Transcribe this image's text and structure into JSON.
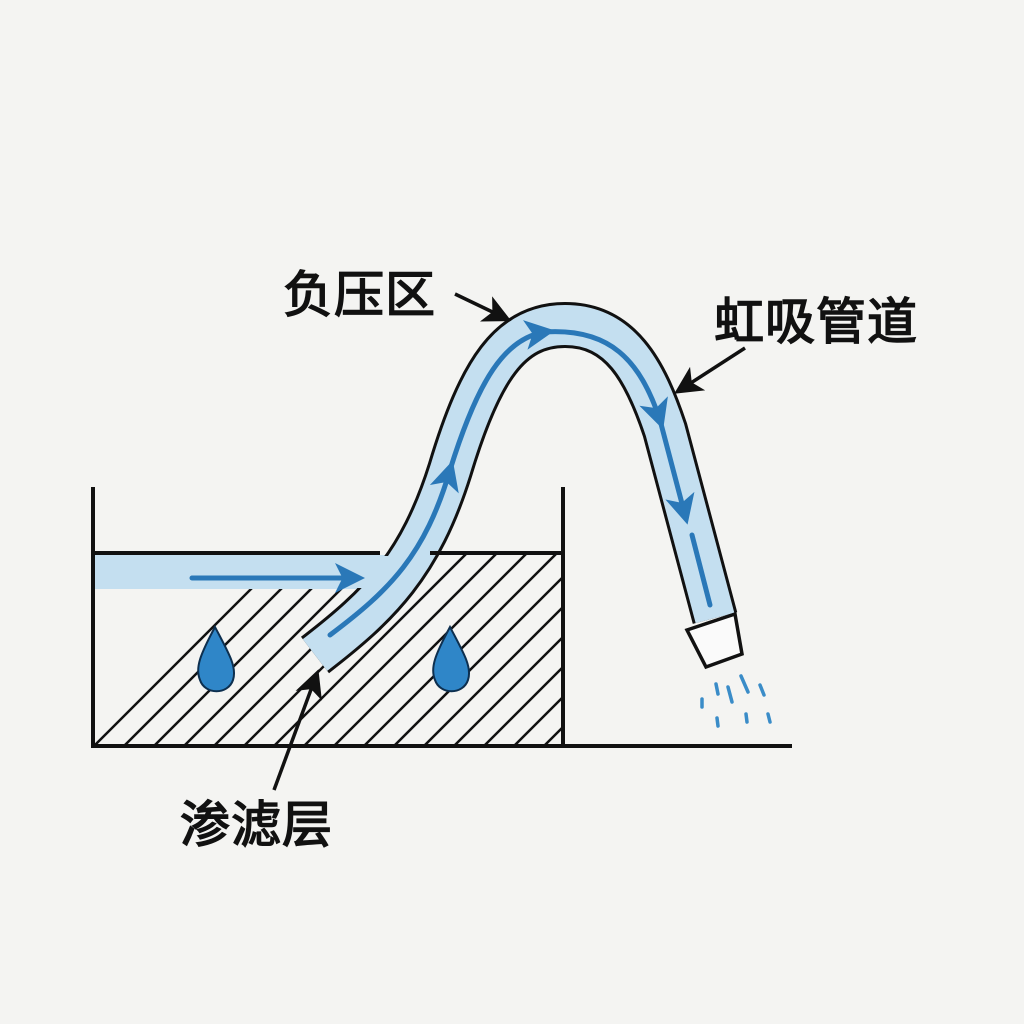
{
  "labels": {
    "negative_pressure_zone": "负压区",
    "siphon_pipe": "虹吸管道",
    "filter_layer": "渗滤层"
  },
  "colors": {
    "pipe_fill": "#c4dff0",
    "flow_arrow": "#2a78b8",
    "water_drop": "#2f86c8",
    "line": "#111111",
    "background": "#f4f4f2"
  }
}
